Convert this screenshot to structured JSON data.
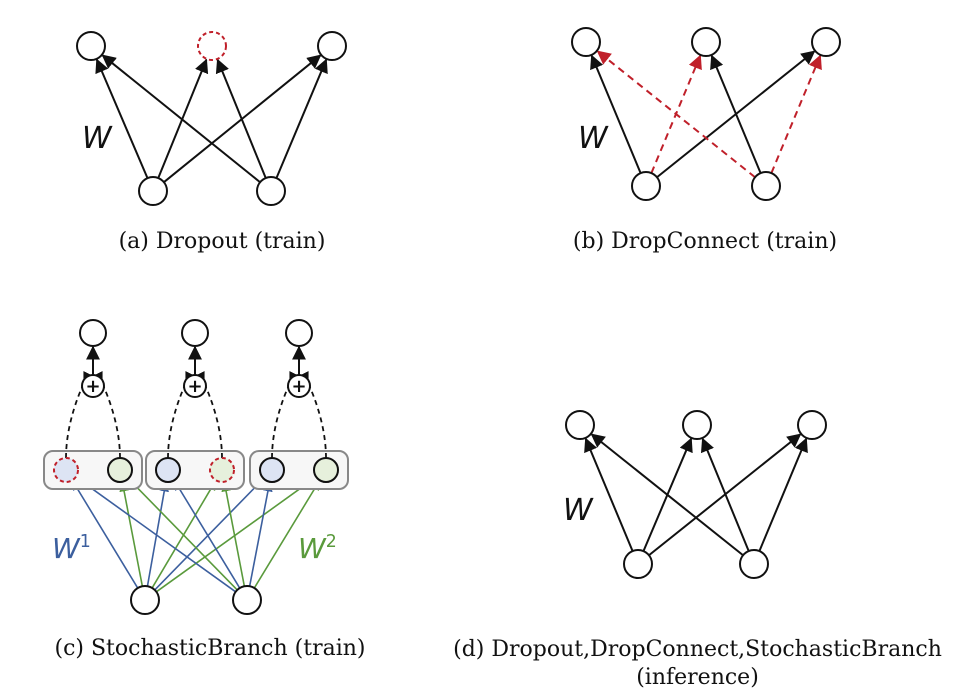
{
  "colors": {
    "ink": "#111111",
    "dropped": "#c0202a",
    "branch1": "#3c5f9e",
    "branch2": "#5a9a3c",
    "node_blue_fill": "#dde4f4",
    "node_green_fill": "#e6f0dc",
    "branch_box": "#888888"
  },
  "panels": {
    "a": {
      "caption": "(a) Dropout (train)",
      "weight_label": "W",
      "dropped_output_node": 2
    },
    "b": {
      "caption": "(b) DropConnect (train)",
      "weight_label": "W",
      "dropped_connections": [
        {
          "from_input": 1,
          "to_output": 2
        },
        {
          "from_input": 2,
          "to_output": 1
        },
        {
          "from_input": 2,
          "to_output": 3
        }
      ]
    },
    "c": {
      "caption": "(c) StochasticBranch (train)",
      "weight_label_1": "W",
      "weight_label_1_sup": "1",
      "weight_label_2": "W",
      "weight_label_2_sup": "2",
      "sum_symbol": "+",
      "dropped_branches": [
        {
          "group": 1,
          "branch": 1
        },
        {
          "group": 2,
          "branch": 2
        }
      ]
    },
    "d": {
      "caption_line1": "(d) Dropout,DropConnect,StochasticBranch",
      "caption_line2": "(inference)",
      "weight_label": "W"
    }
  }
}
